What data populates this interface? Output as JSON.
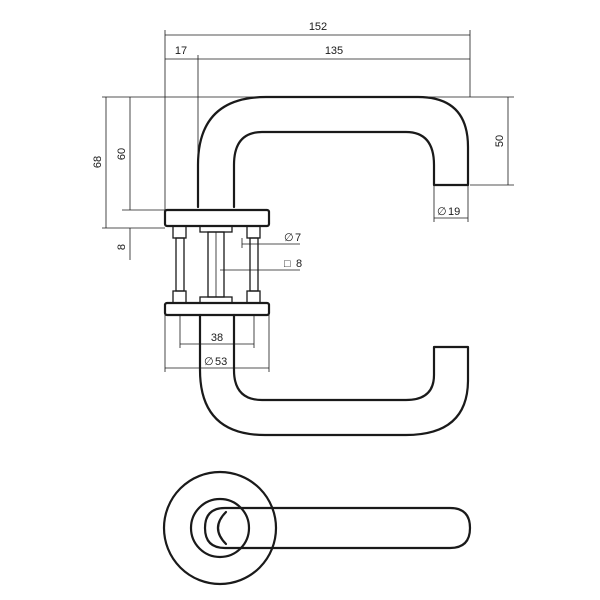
{
  "drawing": {
    "colors": {
      "line": "#1a1a1a",
      "background": "#ffffff",
      "screw_fill": "#222222",
      "part_fill": "#ffffff"
    },
    "dimensions": {
      "overall_length": "152",
      "rose_offset": "17",
      "handle_length": "135",
      "height_total": "68",
      "height_handle": "60",
      "rose_thickness": "8",
      "grip_height": "50",
      "grip_diameter_symbol": "∅",
      "grip_diameter": "19",
      "screw_diameter_symbol": "∅",
      "screw_diameter": "7",
      "spindle_symbol": "□",
      "spindle_size": "8",
      "inner_width": "38",
      "rose_diameter_symbol": "∅",
      "rose_diameter": "53"
    }
  }
}
